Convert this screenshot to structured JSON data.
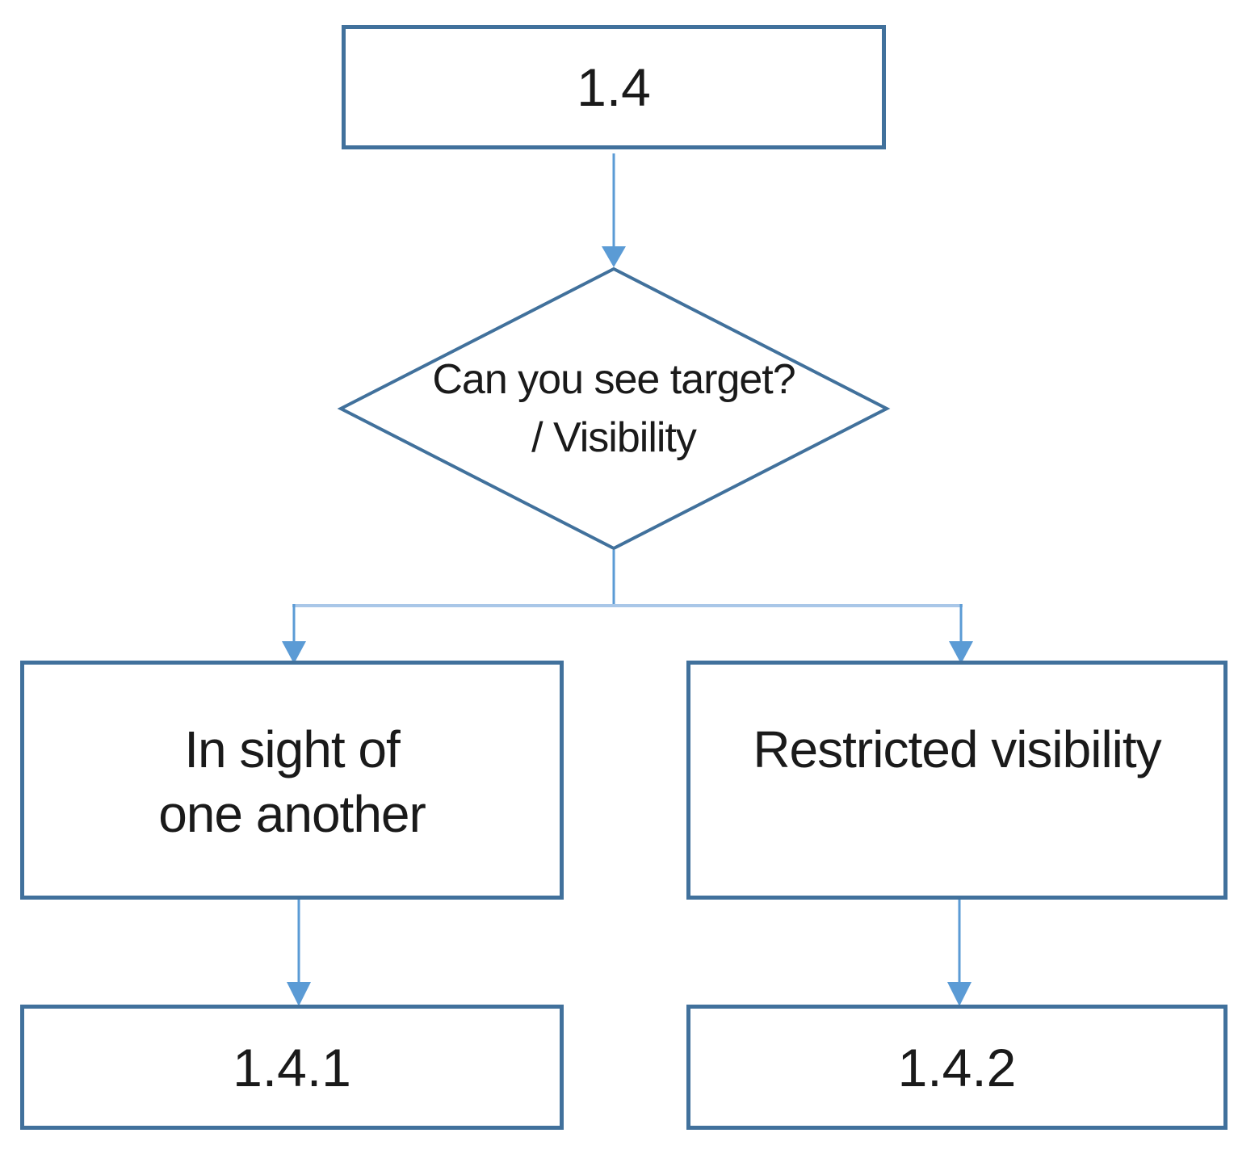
{
  "diagram": {
    "type": "flowchart",
    "nodes": {
      "top": {
        "id": "top",
        "shape": "rectangle",
        "label": "1.4"
      },
      "decision": {
        "id": "decision",
        "shape": "diamond",
        "label": "Can you see target?\n/ Visibility"
      },
      "left_branch": {
        "id": "left_branch",
        "shape": "rectangle",
        "label": "In sight of\none another"
      },
      "right_branch": {
        "id": "right_branch",
        "shape": "rectangle",
        "label": "Restricted visibility"
      },
      "bottom_left": {
        "id": "bottom_left",
        "shape": "rectangle",
        "label": "1.4.1"
      },
      "bottom_right": {
        "id": "bottom_right",
        "shape": "rectangle",
        "label": "1.4.2"
      }
    },
    "edges": [
      {
        "from": "top",
        "to": "decision",
        "arrow": true
      },
      {
        "from": "decision",
        "to": "left_branch",
        "arrow": true
      },
      {
        "from": "decision",
        "to": "right_branch",
        "arrow": true
      },
      {
        "from": "left_branch",
        "to": "bottom_left",
        "arrow": true
      },
      {
        "from": "right_branch",
        "to": "bottom_right",
        "arrow": true
      }
    ],
    "colors": {
      "shape_outline": "#41719C",
      "connector": "#5B9BD5",
      "connector_light": "#A9C7E8",
      "text": "#1A1A1A",
      "background": "#FFFFFF"
    }
  }
}
